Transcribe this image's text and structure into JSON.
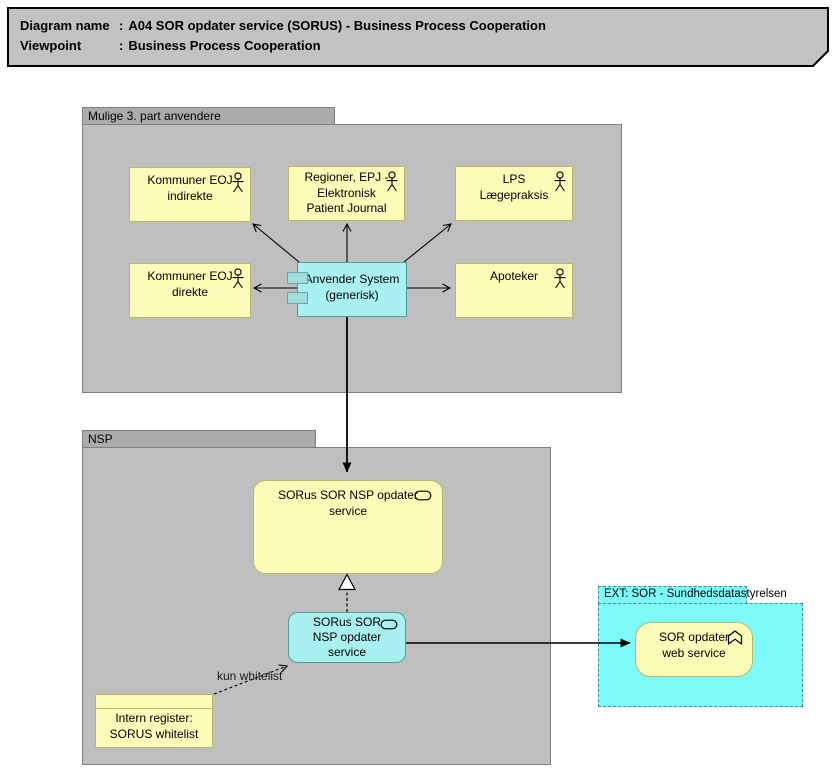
{
  "header": {
    "colon": ":",
    "rows": [
      {
        "label": "Diagram name",
        "value": "A04 SOR opdater service (SORUS) - Business Process Cooperation"
      },
      {
        "label": "Viewpoint",
        "value": "Business Process Cooperation"
      }
    ]
  },
  "groups": {
    "third_party": {
      "label": "Mulige 3. part anvendere"
    },
    "nsp": {
      "label": "NSP"
    },
    "ext_sor": {
      "label": "EXT: SOR - Sundhedsdatastyrelsen"
    }
  },
  "nodes": {
    "kommuner_eoj_indirekte": {
      "label": "Kommuner EOJ\nindirekte",
      "type": "business-actor"
    },
    "regioner_epj": {
      "label": "Regioner, EPJ -\nElektronisk\nPatient Journal",
      "type": "business-actor"
    },
    "lps_laegepraksis": {
      "label": "LPS\nLægepraksis",
      "type": "business-actor"
    },
    "kommuner_eoj_direkte": {
      "label": "Kommuner EOJ\ndirekte",
      "type": "business-actor"
    },
    "anvender_system": {
      "label": "Anvender System\n(generisk)",
      "type": "application-component"
    },
    "apoteker": {
      "label": "Apoteker",
      "type": "business-actor"
    },
    "sorus_nsp_service": {
      "label": "SORus SOR NSP opdater\nservice",
      "type": "application-service"
    },
    "sorus_nsp_app": {
      "label": "SORus SOR\nNSP opdater\nservice",
      "type": "application-service"
    },
    "intern_register": {
      "label": "Intern register:\nSORUS whitelist",
      "type": "data-object"
    },
    "sor_opdater_web": {
      "label": "SOR opdater\nweb service",
      "type": "application-function"
    }
  },
  "connectors": {
    "kun_whitelist_label": "kun whitelist"
  },
  "icons": {
    "actor": "stick-figure-icon",
    "service": "stadium-icon",
    "function": "chevron-icon",
    "component": "component-icon"
  },
  "colors": {
    "group_gray": "#bfbfbf",
    "group_tab_gray": "#ababab",
    "title_gray": "#c2c2c2",
    "node_yellow": "#fcfcb8",
    "node_yellow_border": "#b9b96a",
    "node_cyan": "#a9f1f1",
    "node_cyan_border": "#4f9e9e",
    "ext_cyan": "#7dfafa",
    "line": "#000000"
  }
}
